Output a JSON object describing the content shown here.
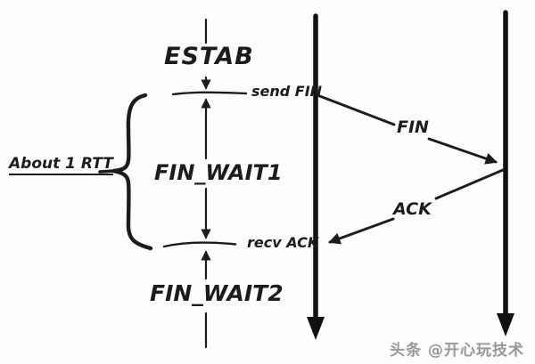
{
  "colors": {
    "background": "#fdfdfb",
    "ink": "#1c1c1c",
    "watermark": "#999999"
  },
  "diagram": {
    "states": {
      "estab": "ESTAB",
      "fin_wait1": "FIN_WAIT1",
      "fin_wait2": "FIN_WAIT2"
    },
    "events": {
      "send_fin": "send FIN",
      "recv_ack": "recv ACK"
    },
    "messages": {
      "fin": "FIN",
      "ack": "ACK"
    },
    "annotations": {
      "rtt": "About 1 RTT"
    }
  },
  "watermark": {
    "text": "头条 @开心玩技术"
  }
}
